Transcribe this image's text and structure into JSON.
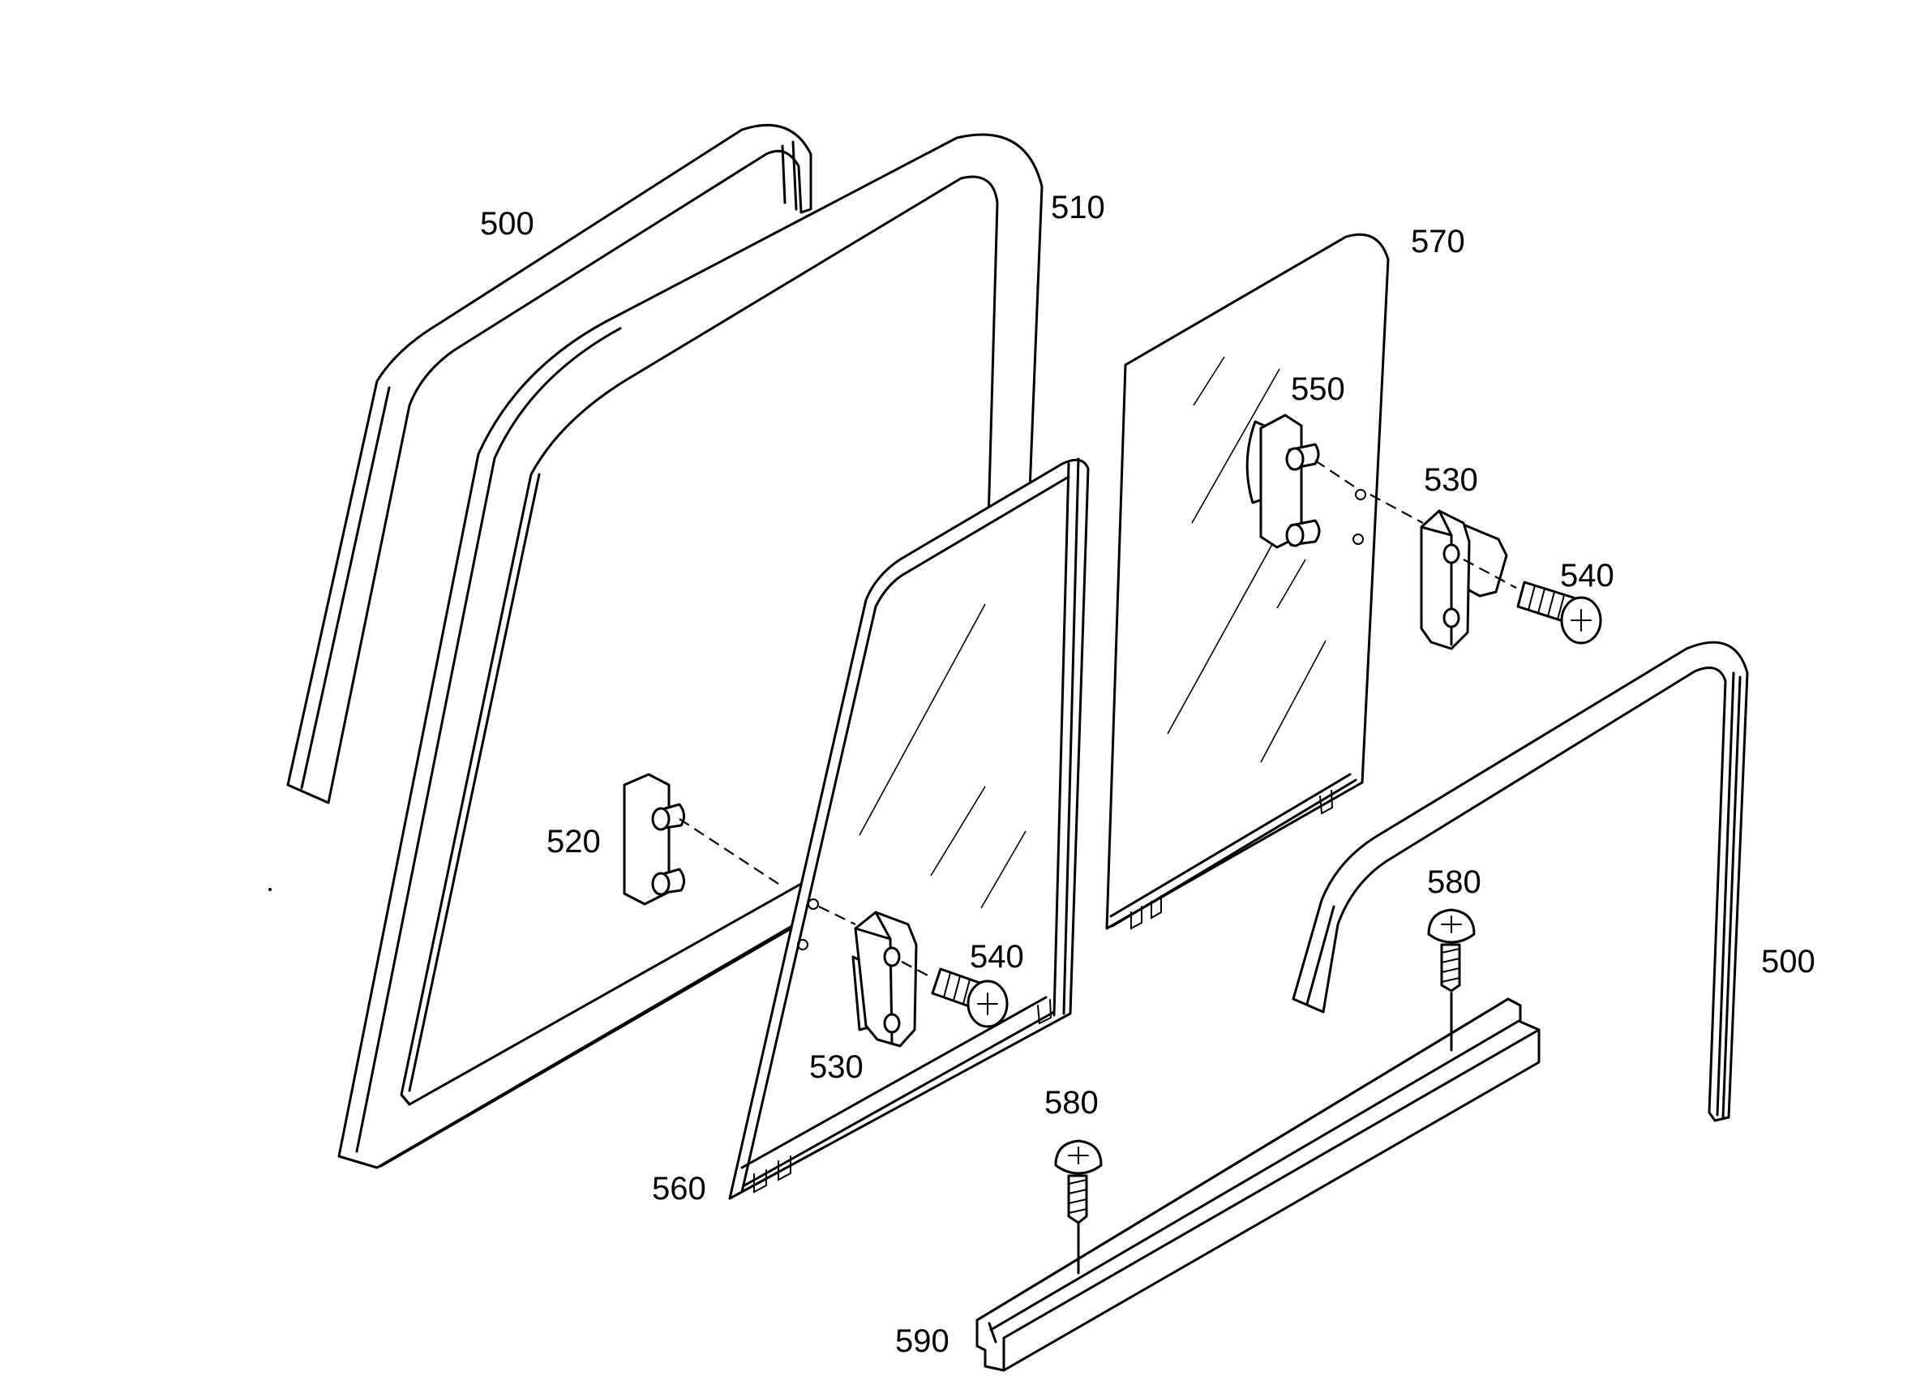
{
  "callouts": {
    "c500_left": "500",
    "c510": "510",
    "c570": "570",
    "c550": "550",
    "c530_right": "530",
    "c540_right": "540",
    "c520": "520",
    "c540_left": "540",
    "c530_left": "530",
    "c560": "560",
    "c580_top": "580",
    "c500_right": "500",
    "c580_bottom": "580",
    "c590": "590"
  },
  "colors": {
    "line": "#000000",
    "background": "#ffffff"
  }
}
